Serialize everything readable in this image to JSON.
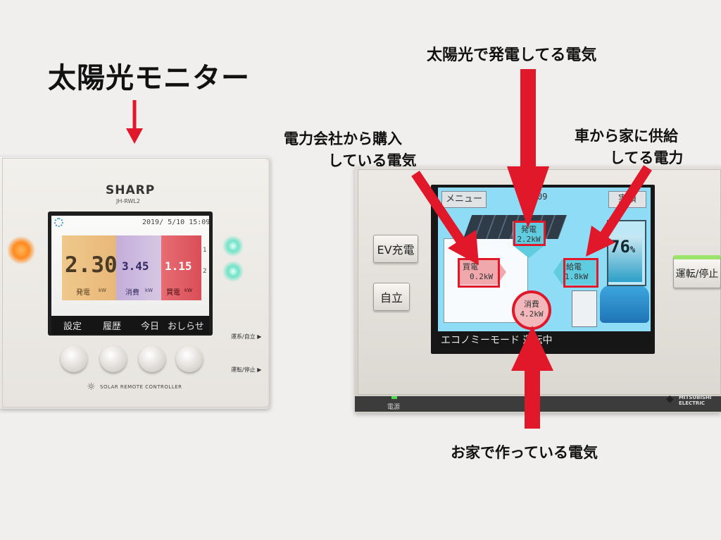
{
  "captions": {
    "main_title": "太陽光モニター",
    "solar_generation": "太陽光で発電してる電気",
    "purchase_line1": "電力会社から購入",
    "purchase_line2": "している電気",
    "car_supply_line1": "車から家に供給",
    "car_supply_line2": "してる電力",
    "home_consumption": "お家で作っている電気"
  },
  "sharp_monitor": {
    "brand": "SHARP",
    "model": "JH-RWL2",
    "datetime": "2019/ 5/10 15:09",
    "generation_value": "2.30",
    "generation_label": "発電",
    "consumption_value": "3.45",
    "consumption_label": "消費",
    "sell_value": "1.15",
    "sell_label": "買電",
    "unit": "kW",
    "side_num_1": "1",
    "side_num_2": "2",
    "softkeys": [
      "設定",
      "履歴",
      "今日",
      "おしらせ"
    ],
    "side_label_1": "運系/自立 ▶",
    "side_label_2": "運転/停止 ▶",
    "footer": "SOLAR REMOTE CONTROLLER"
  },
  "mitsubishi_monitor": {
    "menu_button": "メニュー",
    "date_fragment": "09",
    "results_button": "実績",
    "ev_button": "EV充電",
    "independent_button": "自立",
    "run_stop_button": "運転/停止",
    "generation_label": "発電",
    "generation_value": "2.2kW",
    "purchase_label": "買電",
    "purchase_value": "0.2kW",
    "discharge_label": "給電",
    "discharge_value": "1.8kW",
    "consumption_label": "消費",
    "consumption_value": "4.2kW",
    "battery_percent": "76",
    "battery_unit": "%",
    "status_text": "エコノミーモード 運転中",
    "power_label": "電源",
    "brand": "MITSUBISHI ELECTRIC"
  },
  "colors": {
    "arrow_red": "#e0182a"
  }
}
